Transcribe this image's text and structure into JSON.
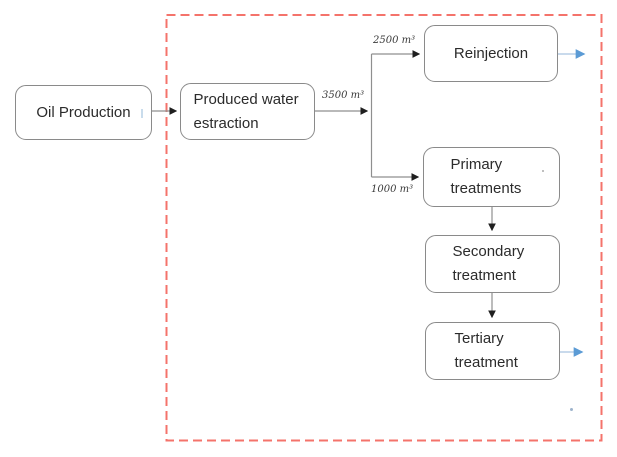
{
  "boxes": [
    {
      "id": "oil-production",
      "label": "Oil Production"
    },
    {
      "id": "produced-water-extraction",
      "label": "Produced water estraction"
    },
    {
      "id": "reinjection",
      "label": "Reinjection"
    },
    {
      "id": "primary-treatments",
      "label": "Primary treatments"
    },
    {
      "id": "secondary-treatment",
      "label": "Secondary treatment"
    },
    {
      "id": "tertiary-treatment",
      "label": "Tertiary treatment"
    }
  ],
  "flow_labels": [
    {
      "id": "extraction-flow",
      "text": "3500 m³"
    },
    {
      "id": "reinjection-flow",
      "text": "2500 m³"
    },
    {
      "id": "treatment-flow",
      "text": "1000 m³"
    }
  ],
  "colors": {
    "boundary_red": "#f4736b",
    "box_border_gray": "#8a8a8a",
    "connector_gray": "#8f8f8f",
    "arrowhead_black": "#1f1f1f",
    "outflow_blue_line": "#b7cde6",
    "outflow_blue_arrow": "#5b9bd5"
  }
}
